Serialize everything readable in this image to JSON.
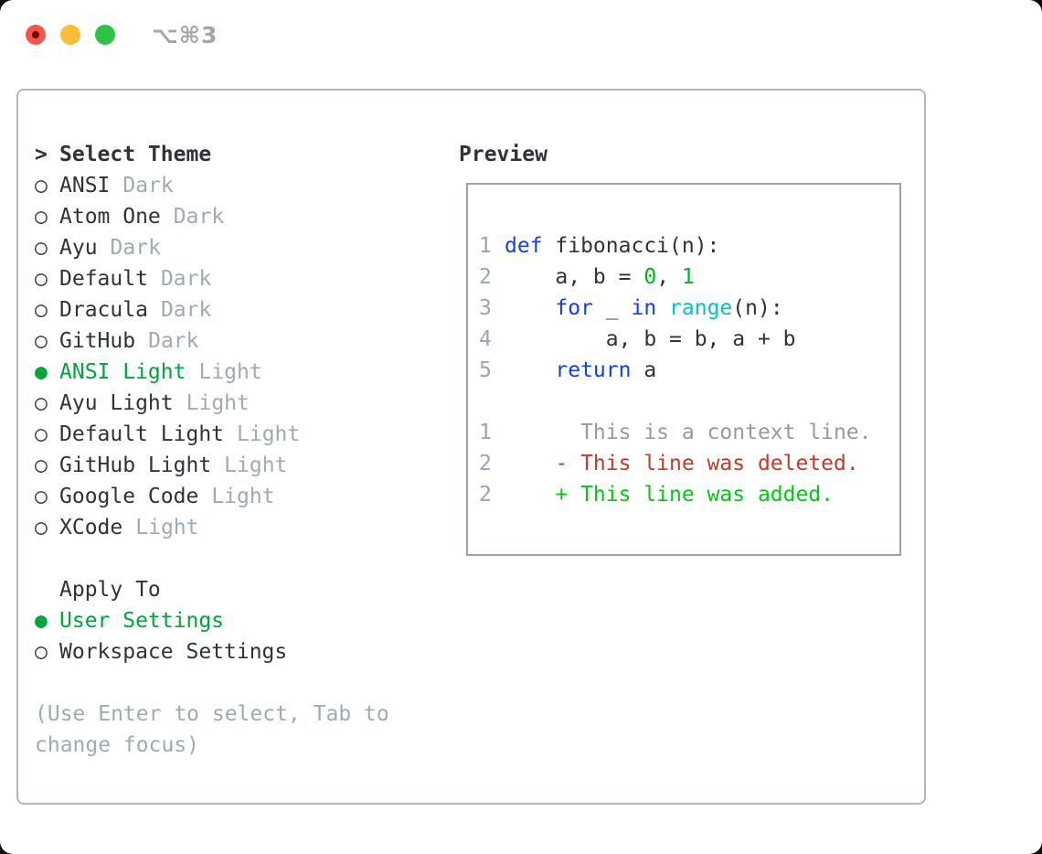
{
  "window": {
    "title": "⌥⌘3",
    "traffic_lights": [
      "close",
      "minimize",
      "zoom"
    ]
  },
  "theme_panel": {
    "header_marker": ">",
    "header_label": "Select Theme",
    "items": [
      {
        "marker": "○",
        "name": "ANSI",
        "tag": "Dark",
        "selected": false
      },
      {
        "marker": "○",
        "name": "Atom One",
        "tag": "Dark",
        "selected": false
      },
      {
        "marker": "○",
        "name": "Ayu",
        "tag": "Dark",
        "selected": false
      },
      {
        "marker": "○",
        "name": "Default",
        "tag": "Dark",
        "selected": false
      },
      {
        "marker": "○",
        "name": "Dracula",
        "tag": "Dark",
        "selected": false
      },
      {
        "marker": "○",
        "name": "GitHub",
        "tag": "Dark",
        "selected": false
      },
      {
        "marker": "●",
        "name": "ANSI Light",
        "tag": "Light",
        "selected": true
      },
      {
        "marker": "○",
        "name": "Ayu Light",
        "tag": "Light",
        "selected": false
      },
      {
        "marker": "○",
        "name": "Default Light",
        "tag": "Light",
        "selected": false
      },
      {
        "marker": "○",
        "name": "GitHub Light",
        "tag": "Light",
        "selected": false
      },
      {
        "marker": "○",
        "name": "Google Code",
        "tag": "Light",
        "selected": false
      },
      {
        "marker": "○",
        "name": "XCode",
        "tag": "Light",
        "selected": false
      }
    ],
    "apply_to_label": "Apply To",
    "apply_options": [
      {
        "marker": "●",
        "label": "User Settings",
        "selected": true
      },
      {
        "marker": "○",
        "label": "Workspace Settings",
        "selected": false
      }
    ],
    "hint_line1": "(Use Enter to select, Tab to",
    "hint_line2": "change focus)"
  },
  "preview": {
    "title": "Preview",
    "code": [
      {
        "num": "1",
        "segs": [
          {
            "t": "def",
            "c": "kw"
          },
          {
            "t": " fibonacci(n):",
            "c": "fg"
          }
        ]
      },
      {
        "num": "2",
        "segs": [
          {
            "t": "    a, b = ",
            "c": "fg"
          },
          {
            "t": "0",
            "c": "gn"
          },
          {
            "t": ", ",
            "c": "fg"
          },
          {
            "t": "1",
            "c": "gn"
          }
        ]
      },
      {
        "num": "3",
        "segs": [
          {
            "t": "    ",
            "c": "fg"
          },
          {
            "t": "for",
            "c": "kw"
          },
          {
            "t": " _ ",
            "c": "fg"
          },
          {
            "t": "in",
            "c": "kw"
          },
          {
            "t": " ",
            "c": "fg"
          },
          {
            "t": "range",
            "c": "cy"
          },
          {
            "t": "(n):",
            "c": "fg"
          }
        ]
      },
      {
        "num": "4",
        "segs": [
          {
            "t": "        a, b = b, a + b",
            "c": "fg"
          }
        ]
      },
      {
        "num": "5",
        "segs": [
          {
            "t": "    ",
            "c": "fg"
          },
          {
            "t": "return",
            "c": "kw"
          },
          {
            "t": " a",
            "c": "fg"
          }
        ]
      }
    ],
    "diff": [
      {
        "num": "1",
        "segs": [
          {
            "t": "      This is a context line.",
            "c": "ctx"
          }
        ]
      },
      {
        "num": "2",
        "segs": [
          {
            "t": "    - This line was deleted.",
            "c": "del"
          }
        ]
      },
      {
        "num": "2",
        "segs": [
          {
            "t": "    + This line was added.",
            "c": "add"
          }
        ]
      }
    ]
  },
  "colors": {
    "text_dark": "#2e333b",
    "muted_gray": "#a0aab6",
    "selected_green": "#00a53c",
    "keyword_blue": "#1240ec",
    "builtin_cyan": "#00c2c7",
    "number_green": "#00b41f",
    "added_green": "#06c615",
    "deleted_red": "#c43a26",
    "context_gray": "#939ba5",
    "gutter_gray": "#9aa4b8",
    "panel_border": "#b0b7c0",
    "preview_border": "#9aa3ad",
    "traffic_red": "#f6554e",
    "traffic_yellow": "#fcbc33",
    "traffic_green": "#2cc443",
    "title_gray": "#a2a6ab"
  }
}
